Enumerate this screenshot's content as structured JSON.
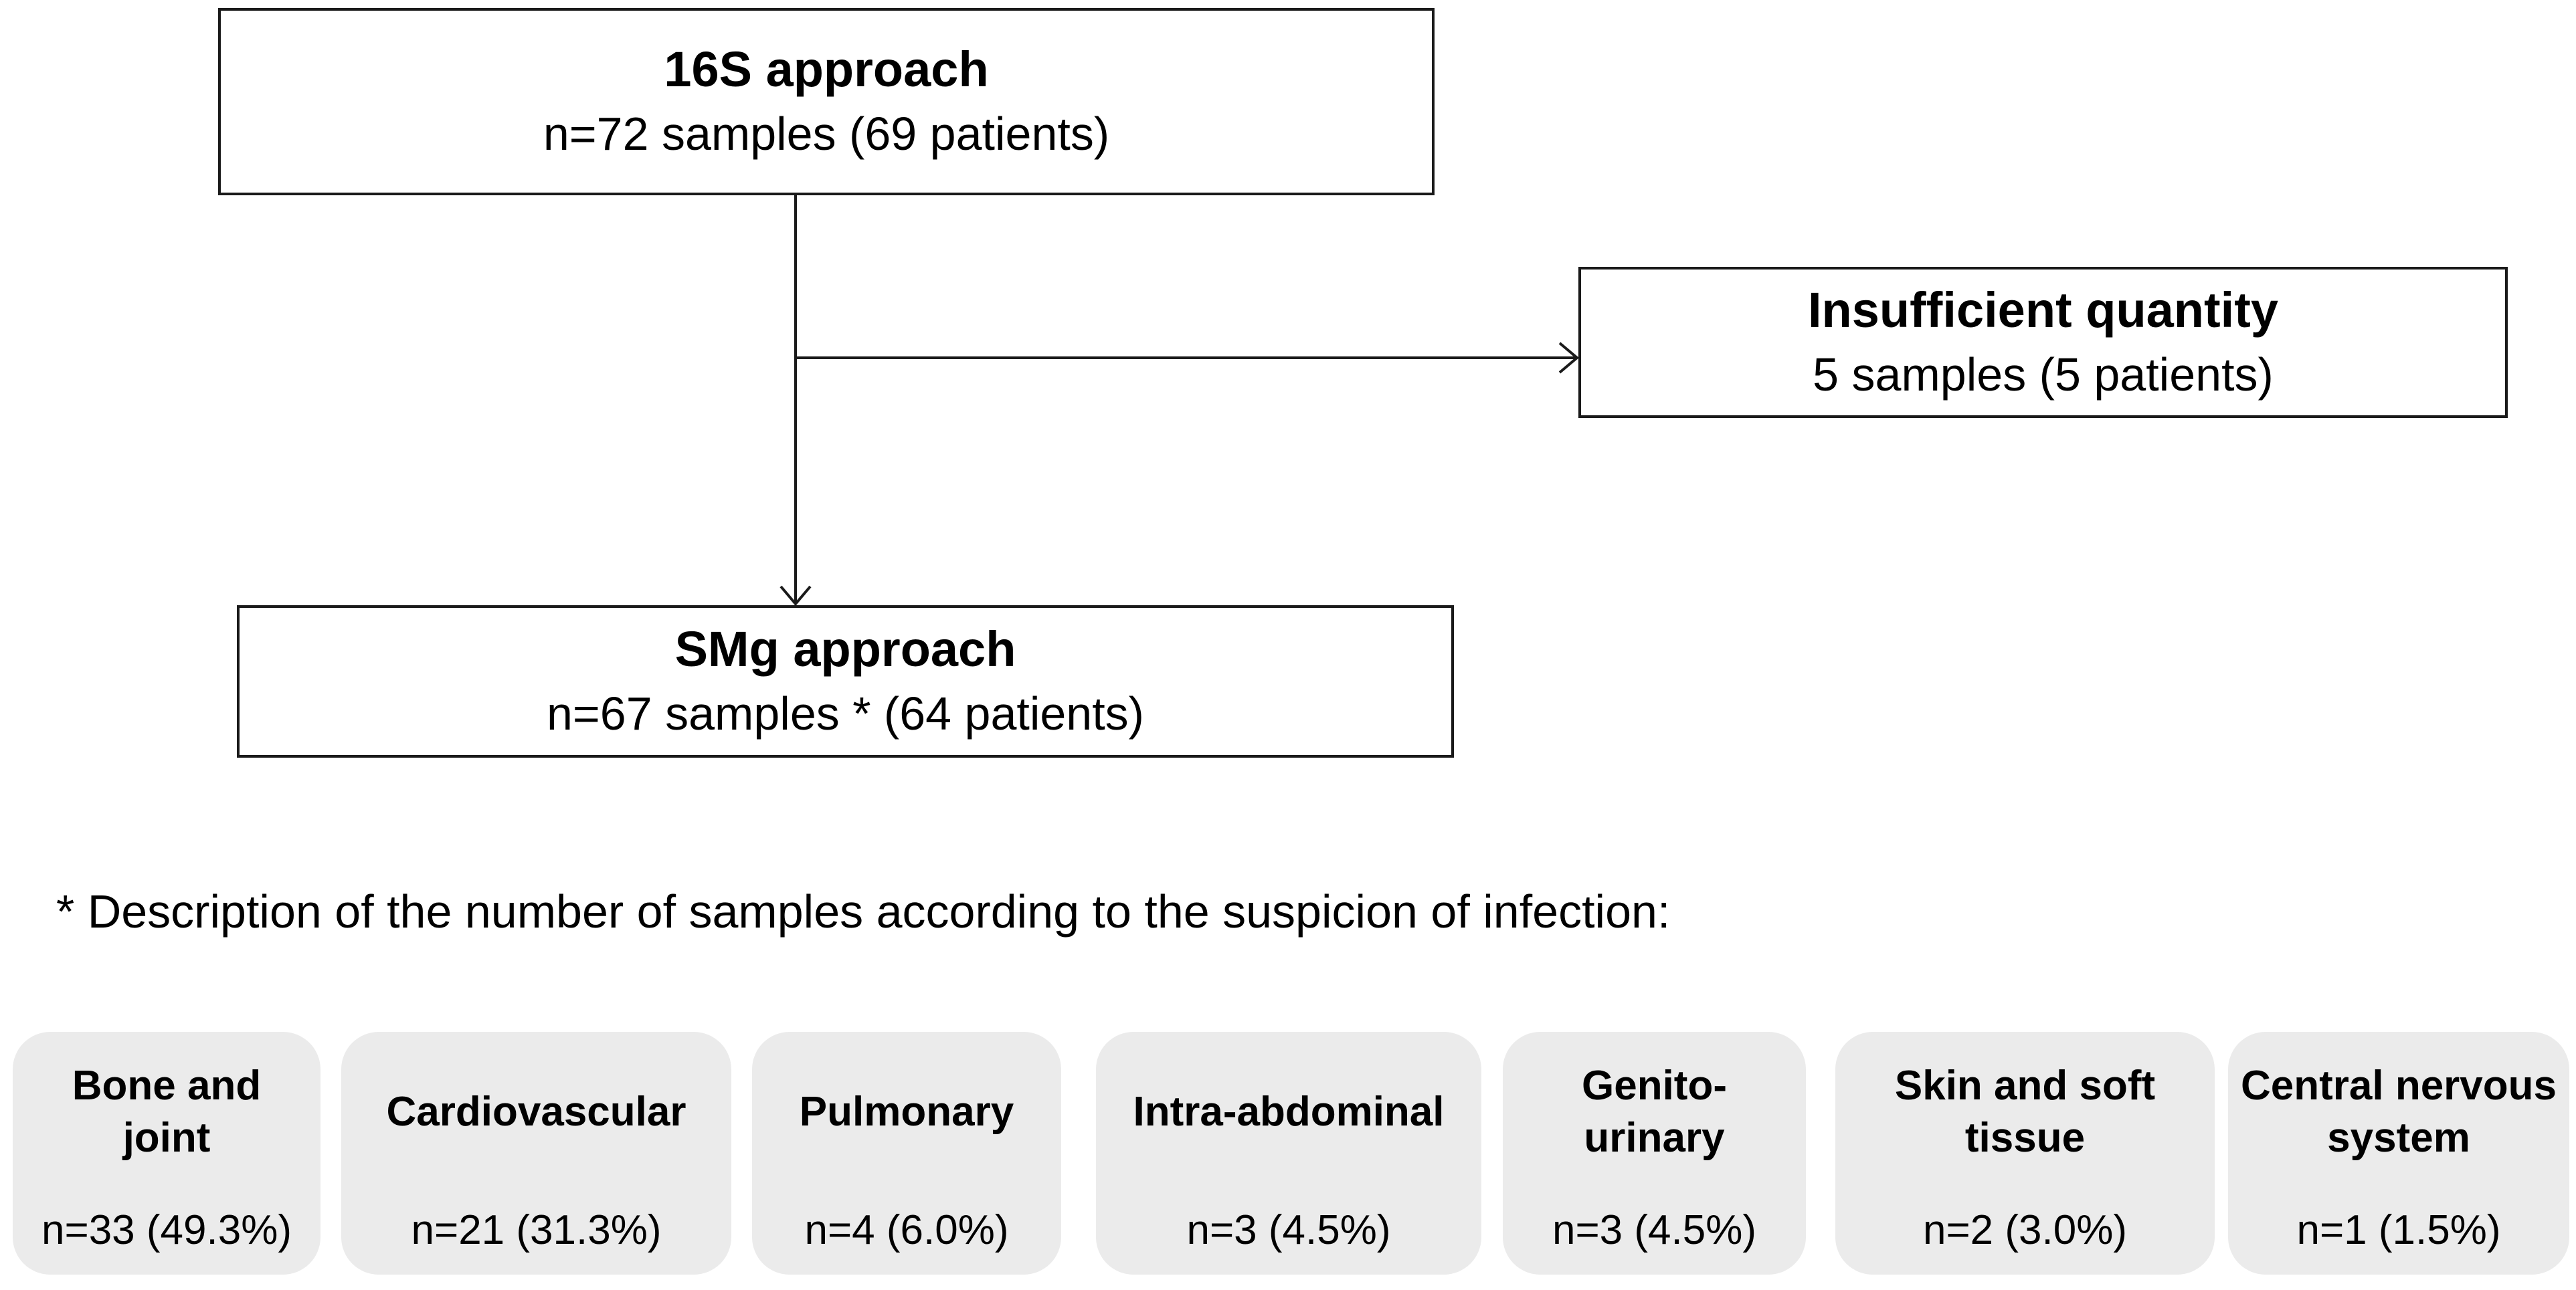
{
  "flowchart": {
    "start": {
      "title": "16S approach",
      "subtitle": "n=72 samples (69 patients)"
    },
    "excluded": {
      "title": "Insufficient quantity",
      "subtitle": "5 samples (5 patients)"
    },
    "result": {
      "title": "SMg approach",
      "subtitle": "n=67 samples * (64 patients)"
    }
  },
  "note": "* Description of the number of samples according to the suspicion of infection:",
  "categories": [
    {
      "name": "Bone and\njoint",
      "count": "n=33 (49.3%)"
    },
    {
      "name": "Cardiovascular",
      "count": "n=21 (31.3%)"
    },
    {
      "name": "Pulmonary",
      "count": "n=4 (6.0%)"
    },
    {
      "name": "Intra-abdominal",
      "count": "n=3 (4.5%)"
    },
    {
      "name": "Genito-\nurinary",
      "count": "n=3 (4.5%)"
    },
    {
      "name": "Skin and soft\ntissue",
      "count": "n=2 (3.0%)"
    },
    {
      "name": "Central nervous\nsystem",
      "count": "n=1 (1.5%)"
    }
  ],
  "colors": {
    "box_border": "#1a1a1a",
    "category_fill": "#ebebeb",
    "connector": "#1a1a1a"
  }
}
